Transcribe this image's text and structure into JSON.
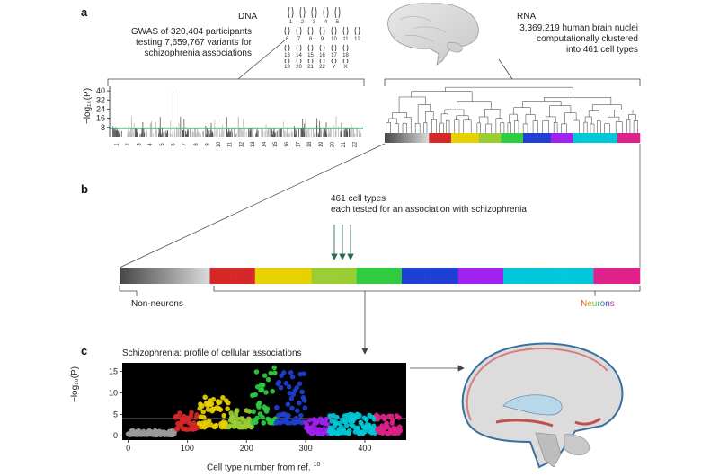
{
  "panels": {
    "a": "a",
    "b": "b",
    "c": "c"
  },
  "dna": {
    "title": "DNA",
    "description": [
      "GWAS of 320,404 participants",
      "testing 7,659,767 variants for",
      "schizophrenia associations"
    ],
    "karyotype_labels": [
      [
        "1",
        "2",
        "3",
        "4",
        "5"
      ],
      [
        "6",
        "7",
        "8",
        "9",
        "10",
        "11",
        "12"
      ],
      [
        "13",
        "14",
        "15",
        "16",
        "17",
        "18"
      ],
      [
        "19",
        "20",
        "21",
        "22",
        "Y",
        "X"
      ]
    ]
  },
  "rna": {
    "title": "RNA",
    "description": [
      "3,369,219 human brain nuclei",
      "computationally clustered",
      "into 461 cell types"
    ]
  },
  "manhattan": {
    "ylabel": "−log₁₀(P)",
    "yticks": [
      "40",
      "32",
      "24",
      "16",
      "8"
    ],
    "chromosomes": [
      "1",
      "2",
      "3",
      "4",
      "5",
      "6",
      "7",
      "8",
      "9",
      "10",
      "11",
      "12",
      "13",
      "14",
      "15",
      "16",
      "17",
      "18",
      "19",
      "20",
      "21",
      "22"
    ]
  },
  "panel_b": {
    "description": [
      "461 cell types",
      "each tested for an association with schizophrenia"
    ],
    "non_neurons": "Non-neurons",
    "neurons": "Neurons"
  },
  "panel_c": {
    "title": "Schizophrenia: profile of cellular associations",
    "ylabel": "−log₁₀(P)",
    "xlabel": "Cell type number from ref.",
    "xlabel_ref": "10"
  },
  "chart_data": {
    "type": "scatter",
    "title": "Schizophrenia: profile of cellular associations",
    "xlabel": "Cell type number from ref. 10",
    "ylabel": "−log10(P)",
    "xlim": [
      -10,
      470
    ],
    "ylim": [
      -1,
      17
    ],
    "xticks": [
      0,
      100,
      200,
      300,
      400
    ],
    "yticks": [
      0,
      5,
      10,
      15
    ],
    "threshold": 4,
    "segments": [
      {
        "from": 0,
        "to": 80,
        "base": 0.2,
        "peak": 1.2,
        "color": "#9a9a9a"
      },
      {
        "from": 80,
        "to": 120,
        "base": 1.5,
        "peak": 5.5,
        "color": "#d62728"
      },
      {
        "from": 120,
        "to": 170,
        "base": 2,
        "peak": 9,
        "color": "#e8d100"
      },
      {
        "from": 170,
        "to": 210,
        "base": 2,
        "peak": 6,
        "color": "#9acd32"
      },
      {
        "from": 210,
        "to": 250,
        "base": 3,
        "peak": 16,
        "color": "#2ecc40"
      },
      {
        "from": 250,
        "to": 300,
        "base": 3,
        "peak": 15,
        "color": "#1f3fd4"
      },
      {
        "from": 300,
        "to": 340,
        "base": 0.5,
        "peak": 4,
        "color": "#a020f0"
      },
      {
        "from": 340,
        "to": 420,
        "base": 0.5,
        "peak": 5,
        "color": "#00c8d8"
      },
      {
        "from": 420,
        "to": 461,
        "base": 0.5,
        "peak": 5,
        "color": "#e0218a"
      }
    ]
  },
  "colors": {
    "green_line": "#2e8b57",
    "grey_dark": "#555555",
    "grey_light": "#bbbbbb"
  }
}
